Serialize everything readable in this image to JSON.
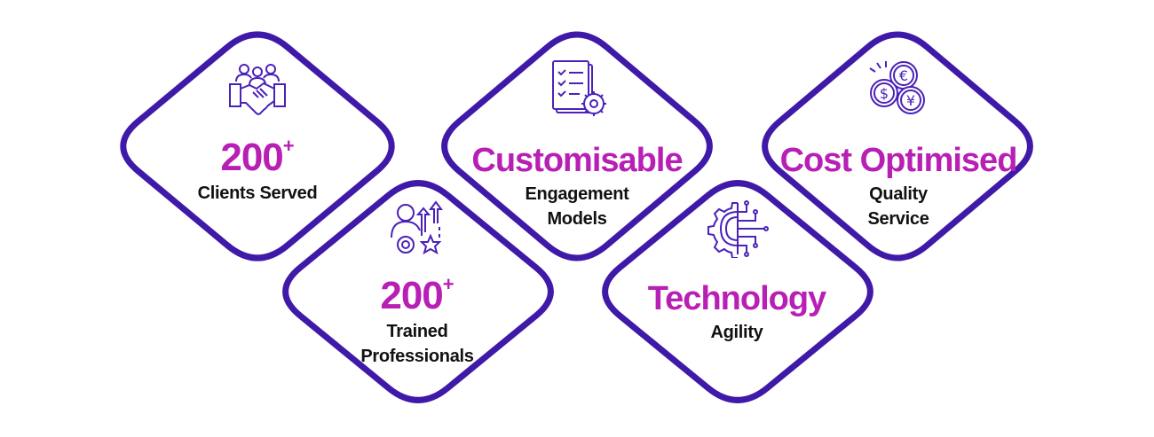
{
  "colors": {
    "outline": "#3f19a8",
    "headline": "#b81fb5",
    "text": "#111111",
    "icon": "#4b22b8"
  },
  "cards": [
    {
      "headline": "200",
      "sup": "+",
      "lines": [
        "Clients Served"
      ],
      "icon": "handshake-team-icon"
    },
    {
      "headline": "200",
      "sup": "+",
      "lines": [
        "Trained",
        "Professionals"
      ],
      "icon": "professional-growth-icon"
    },
    {
      "headline": "Customisable",
      "sup": "",
      "lines": [
        "Engagement",
        "Models"
      ],
      "icon": "checklist-gear-icon"
    },
    {
      "headline": "Technology",
      "sup": "",
      "lines": [
        "Agility"
      ],
      "icon": "tech-gear-circuit-icon"
    },
    {
      "headline": "Cost Optimised",
      "sup": "",
      "lines": [
        "Quality",
        "Service"
      ],
      "icon": "currency-coins-icon"
    }
  ]
}
